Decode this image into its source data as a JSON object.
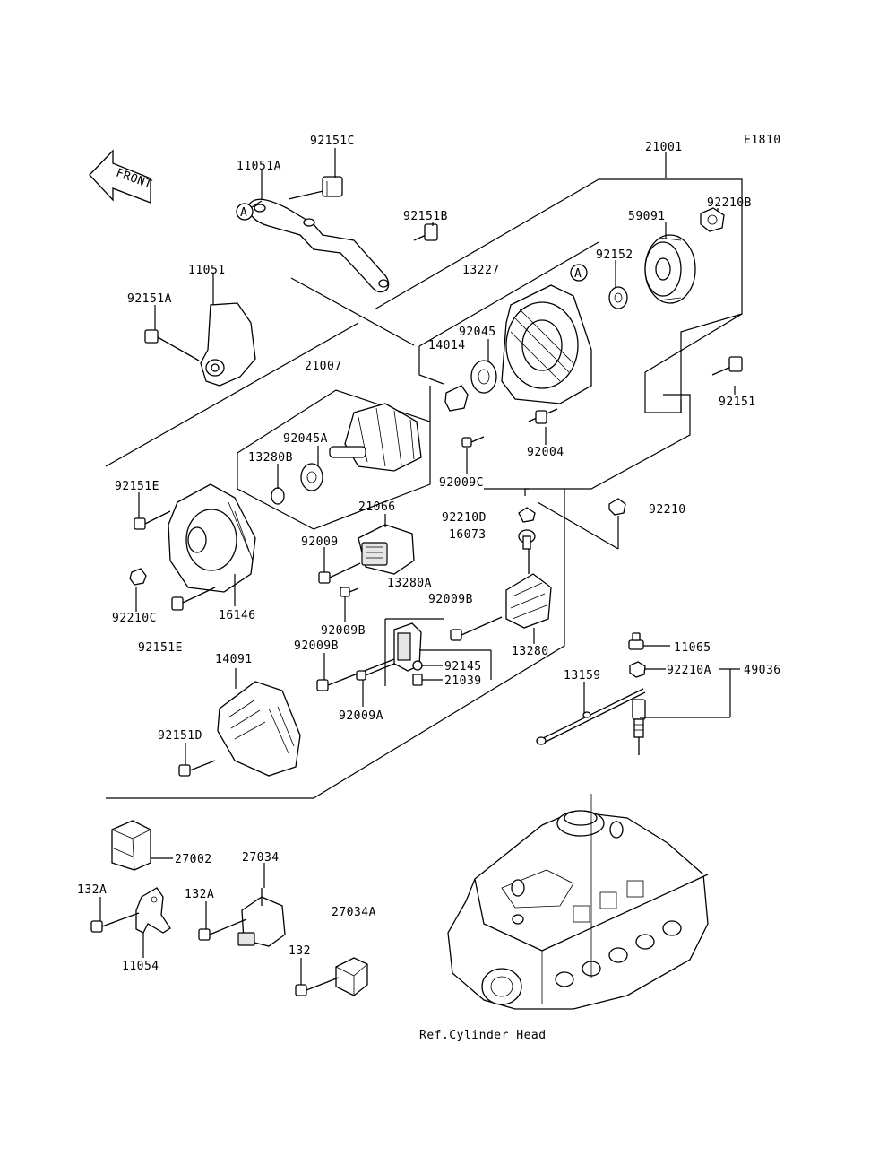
{
  "diagram_code": "E1810",
  "front_label": "FRONT",
  "ref_label": "Ref.Cylinder Head",
  "callout_A": "A",
  "parts": {
    "p92151C": "92151C",
    "p11051A": "11051A",
    "p92151B": "92151B",
    "p11051": "11051",
    "p92151A": "92151A",
    "p21007": "21007",
    "p21001": "21001",
    "p13227": "13227",
    "p59091": "59091",
    "p92210B": "92210B",
    "p92152": "92152",
    "p92045": "92045",
    "p14014": "14014",
    "p92151": "92151",
    "p92045A": "92045A",
    "p13280B": "13280B",
    "p92004": "92004",
    "p92009C": "92009C",
    "p92151E_top": "92151E",
    "p21066": "21066",
    "p92210D": "92210D",
    "p16073": "16073",
    "p92210": "92210",
    "p92009": "92009",
    "p13280A": "13280A",
    "p92009B_a": "92009B",
    "p92210C": "92210C",
    "p16146": "16146",
    "p92009B_b": "92009B",
    "p13280": "13280",
    "p92151E_bot": "92151E",
    "p14091": "14091",
    "p92009B_c": "92009B",
    "p92145": "92145",
    "p21039": "21039",
    "p92009A": "92009A",
    "p11065": "11065",
    "p92210A": "92210A",
    "p49036": "49036",
    "p13159": "13159",
    "p92151D": "92151D",
    "p27002": "27002",
    "p27034": "27034",
    "p132A_l": "132A",
    "p132A_r": "132A",
    "p27034A": "27034A",
    "p11054": "11054",
    "p132": "132"
  }
}
